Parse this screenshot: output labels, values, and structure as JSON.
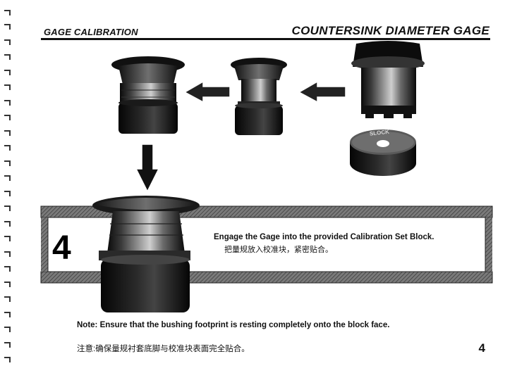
{
  "header": {
    "section": "GAGE CALIBRATION",
    "title": "COUNTERSINK DIAMETER GAGE"
  },
  "step": {
    "number": "4",
    "instruction_en": "Engage the Gage into the provided Calibration Set Block.",
    "instruction_zh": "把量规放入校准块，紧密贴合。"
  },
  "block_engraving": "SLOCK",
  "note": {
    "en": "Note:  Ensure that the bushing footprint is resting completely onto the block face.",
    "zh": "注意:确保量规衬套底脚与校准块表面完全贴合。"
  },
  "page_number": "4"
}
